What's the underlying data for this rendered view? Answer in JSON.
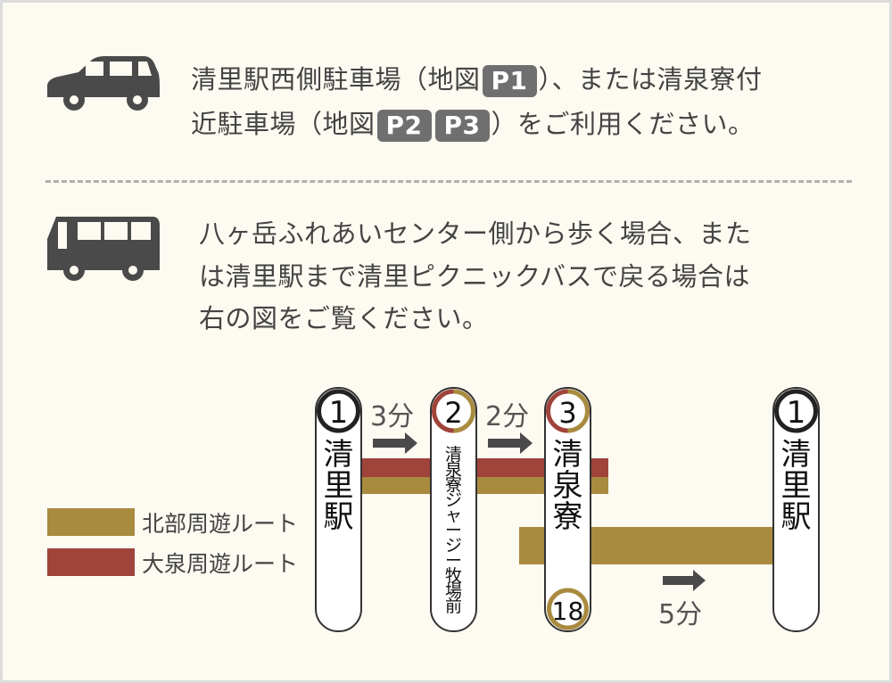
{
  "colors": {
    "text": "#444444",
    "red_route": "#a0433a",
    "gold_route": "#a98b40",
    "badge": "#6f6f6f"
  },
  "car_section": {
    "icon": "car-icon",
    "line1_pre": "清里駅西側駐車場（地図",
    "badge_p1": "P1",
    "line1_post": "）、または清泉寮付",
    "line2_pre": "近駐車場（地図",
    "badge_p2": "P2",
    "badge_p3": "P3",
    "line2_post": "）をご利用ください。"
  },
  "bus_section": {
    "icon": "bus-icon",
    "lines": [
      "八ヶ岳ふれあいセンター側から歩く場合、また",
      "は清里駅まで清里ピクニックバスで戻る場合は",
      "右の図をご覧ください。"
    ]
  },
  "legend": [
    {
      "label": "北部周遊ルート"
    },
    {
      "label": "大泉周遊ルート"
    }
  ],
  "stops": [
    {
      "number": "1",
      "chars": [
        "清",
        "里",
        "駅"
      ]
    },
    {
      "number": "2",
      "chars": [
        "清",
        "泉",
        "寮",
        "ジ",
        "ャ",
        "ー",
        "ジ",
        "ー",
        "牧",
        "場",
        "前"
      ]
    },
    {
      "number": "3",
      "chars": [
        "清",
        "泉",
        "寮"
      ],
      "extra_number": "18"
    },
    {
      "number": "1",
      "chars": [
        "清",
        "里",
        "駅"
      ]
    }
  ],
  "times": [
    "3分",
    "2分",
    "5分"
  ]
}
